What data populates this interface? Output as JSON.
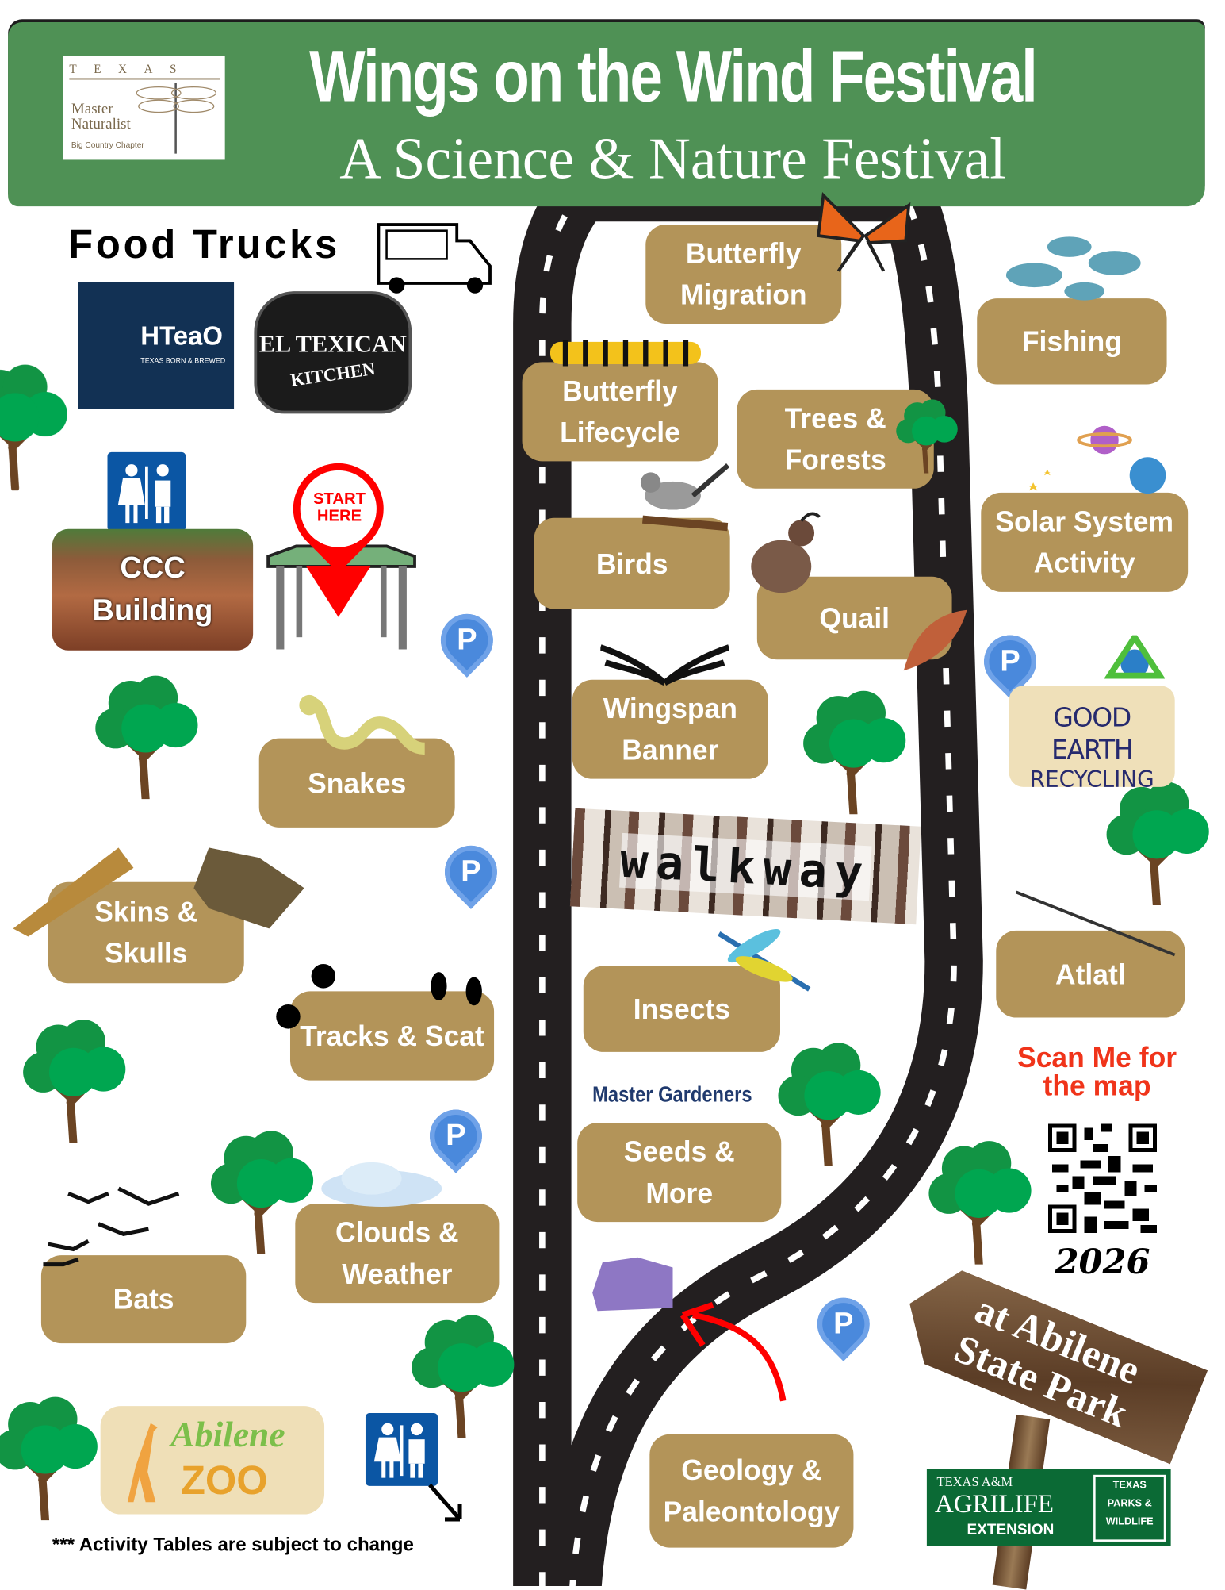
{
  "header": {
    "title": "Wings on the Wind Festival",
    "subtitle": "A Science & Nature Festival",
    "logo": {
      "state": "TEXAS",
      "name": "Master\nNaturalist",
      "chapter": "Big Country Chapter"
    }
  },
  "food": {
    "title": "Food Trucks",
    "vendors": [
      {
        "name": "HTeaO",
        "tagline": "TEXAS BORN & BREWED"
      },
      {
        "name": "EL TEXICAN",
        "tagline": "KITCHEN"
      }
    ]
  },
  "start": {
    "label": "START\nHERE"
  },
  "ccc": {
    "label": "CCC\nBuilding"
  },
  "parking": {
    "label": "P"
  },
  "stations": [
    {
      "label": "Butterfly\nMigration"
    },
    {
      "label": "Fishing"
    },
    {
      "label": "Butterfly\nLifecycle"
    },
    {
      "label": "Trees &\nForests"
    },
    {
      "label": "Solar System\nActivity"
    },
    {
      "label": "Birds"
    },
    {
      "label": "Quail"
    },
    {
      "label": "Wingspan\nBanner"
    },
    {
      "label": "Snakes"
    },
    {
      "label": "Skins &\nSkulls"
    },
    {
      "label": "Atlatl"
    },
    {
      "label": "Insects"
    },
    {
      "label": "Tracks & Scat"
    },
    {
      "label": "Seeds &\nMore"
    },
    {
      "label": "Clouds &\nWeather"
    },
    {
      "label": "Bats"
    },
    {
      "label": "Geology &\nPaleontology"
    }
  ],
  "walkway": "walkway",
  "master_gardeners": "Master Gardeners",
  "good_earth": {
    "line1": "GOOD EARTH",
    "line2": "RECYCLING"
  },
  "scan": {
    "label": "Scan Me for\nthe map",
    "year": "2026"
  },
  "sign": "at Abilene\nState Park",
  "agrilife": {
    "line1": "TEXAS A&M",
    "line2": "AGRILIFE",
    "line3": "EXTENSION",
    "tpwd": "TEXAS\nPARKS &\nWILDLIFE"
  },
  "zoo": {
    "line1": "Abilene",
    "line2": "ZOO"
  },
  "footnote": "*** Activity Tables are subject to change",
  "colors": {
    "banner": "#4f9155",
    "station": "#b39459",
    "parking": "#4a89dc",
    "start": "#ff0000",
    "scan": "#f0341a"
  }
}
